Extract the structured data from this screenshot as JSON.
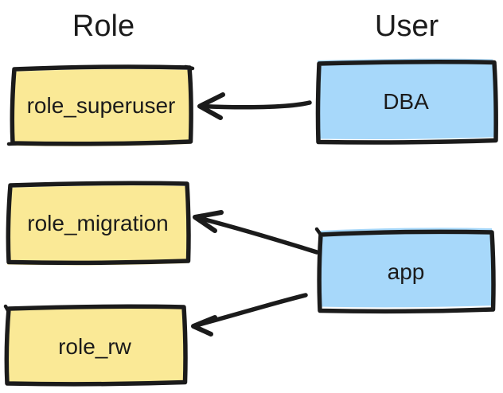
{
  "diagram": {
    "titles": {
      "left": "Role",
      "right": "User"
    },
    "colors": {
      "background": "#ffffff",
      "stroke": "#1b1b1b",
      "text": "#1b1b1b",
      "role_fill": "#fae996",
      "user_fill": "#a7d8fa"
    },
    "role_nodes": [
      {
        "label": "role_superuser"
      },
      {
        "label": "role_migration"
      },
      {
        "label": "role_rw"
      }
    ],
    "user_nodes": [
      {
        "label": "DBA"
      },
      {
        "label": "app"
      }
    ],
    "edges": [
      {
        "from": "DBA",
        "to": "role_superuser"
      },
      {
        "from": "app",
        "to": "role_migration"
      },
      {
        "from": "app",
        "to": "role_rw"
      }
    ]
  }
}
